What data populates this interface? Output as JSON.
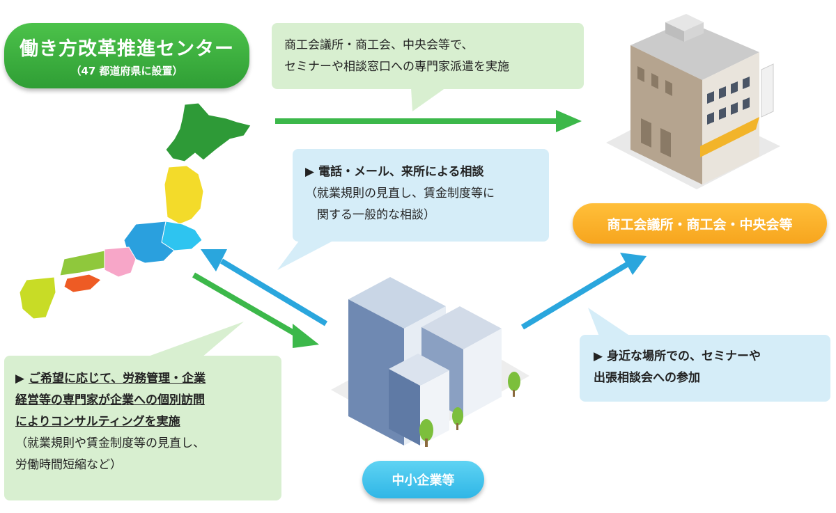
{
  "center": {
    "title": "働き方改革推進センター",
    "subtitle": "（47 都道府県に設置）"
  },
  "chamber": {
    "label": "商工会議所・商工会・中央会等"
  },
  "sme": {
    "label": "中小企業等"
  },
  "bubbles": {
    "chamber_seminar": [
      "商工会議所・商工会、中央会等で、",
      "セミナーや相談窓口への専門家派遣を実施"
    ],
    "consult": {
      "heading": "▶ 電話・メール、来所による相談",
      "lines": [
        "（就業規則の見直し、賃金制度等に",
        "　関する一般的な相談）"
      ]
    },
    "seminar": [
      "▶ 身近な場所での、セミナーや",
      "出張相談会への参加"
    ],
    "visit": {
      "marker": "▶ ",
      "heading_lines": [
        "ご希望に応じて、労務管理・企業",
        "経営等の専門家が企業への個別訪問",
        "によりコンサルティングを実施"
      ],
      "lines": [
        "（就業規則や賃金制度等の見直し、",
        "労働時間短縮など）"
      ]
    }
  },
  "colors": {
    "center_green": "#3aad3e",
    "arrow_green": "#3cb84a",
    "arrow_blue": "#2aa6dd",
    "bubble_green": "#d8efd0",
    "bubble_blue": "#d5edf8",
    "chamber_orange": "#f7a51e",
    "sme_cyan": "#2fb6e6"
  },
  "icons": {
    "map": "japan-map-icon",
    "chamber_building": "building-icon",
    "sme_buildings": "office-buildings-icon"
  }
}
